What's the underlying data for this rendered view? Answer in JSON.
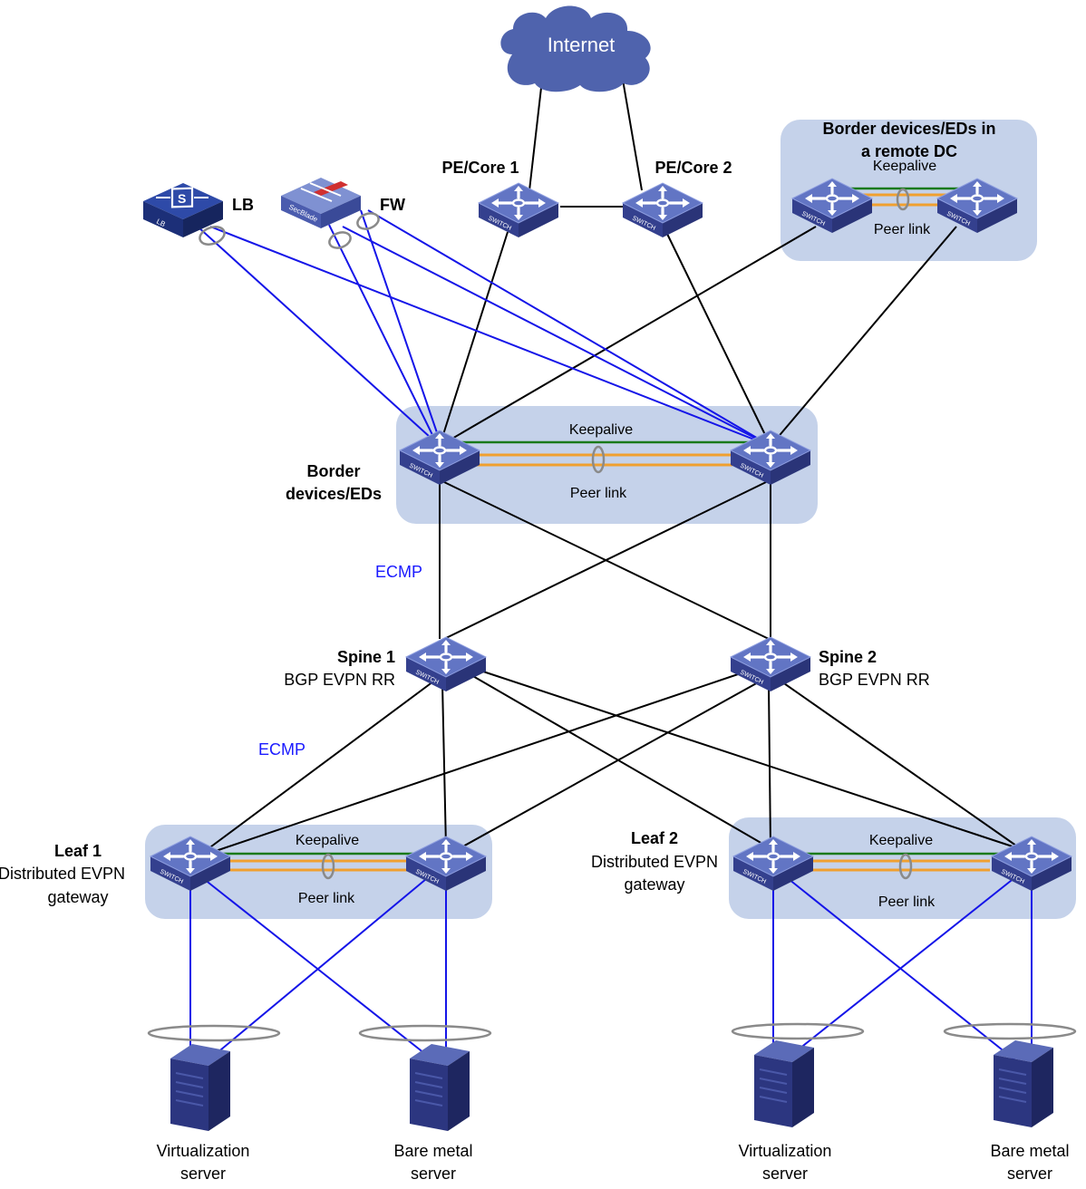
{
  "internet": {
    "label": "Internet"
  },
  "pe_core": {
    "pe1": "PE/Core 1",
    "pe2": "PE/Core 2"
  },
  "services": {
    "lb": "LB",
    "fw": "FW",
    "lb_device_text": "LB",
    "fw_device_text": "SecBlade"
  },
  "remote_dc": {
    "title_line1": "Border devices/EDs in",
    "title_line2": "a remote DC",
    "keepalive": "Keepalive",
    "peer_link": "Peer link"
  },
  "border": {
    "title_line1": "Border",
    "title_line2": "devices/EDs",
    "keepalive": "Keepalive",
    "peer_link": "Peer link"
  },
  "ecmp": {
    "upper": "ECMP",
    "lower": "ECMP"
  },
  "spines": {
    "spine1_name": "Spine 1",
    "spine1_role": "BGP EVPN RR",
    "spine2_name": "Spine 2",
    "spine2_role": "BGP EVPN RR"
  },
  "leaf1": {
    "name": "Leaf 1",
    "role_line1": "Distributed EVPN",
    "role_line2": "gateway",
    "keepalive": "Keepalive",
    "peer_link": "Peer link"
  },
  "leaf2": {
    "name": "Leaf 2",
    "role_line1": "Distributed EVPN",
    "role_line2": "gateway",
    "keepalive": "Keepalive",
    "peer_link": "Peer link"
  },
  "servers": {
    "virt_line1": "Virtualization",
    "virt_line2": "server",
    "bare_line1": "Bare metal",
    "bare_line2": "server"
  },
  "switch_label": "SWITCH",
  "colors": {
    "group_bg": "#c5d2ea",
    "link_black": "#000000",
    "link_blue": "#1515e8",
    "keepalive_green": "#1a7a1a",
    "peer_orange": "#f0a030",
    "switch_top": "#5c6fbd",
    "switch_side": "#2e3a86",
    "cloud": "#4f63ad"
  }
}
